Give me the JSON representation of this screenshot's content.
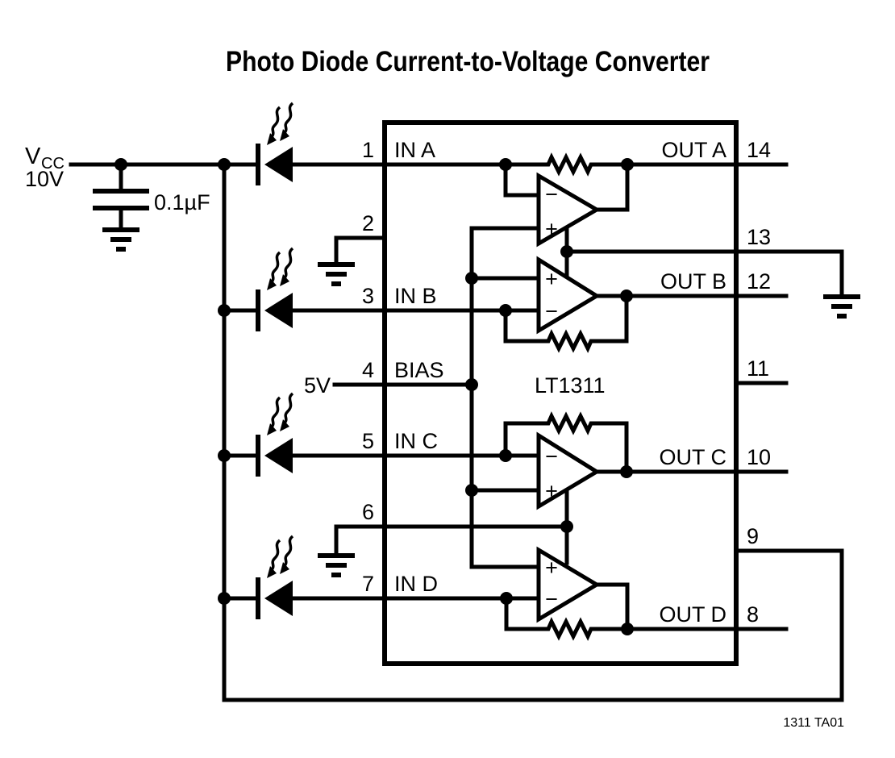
{
  "title": "Photo Diode Current-to-Voltage Converter",
  "note": "1311 TA01",
  "chip": {
    "name": "LT1311"
  },
  "supply": {
    "label": "V",
    "label_sub": "CC",
    "voltage": "10V"
  },
  "decoupling_cap": {
    "value": "0.1µF"
  },
  "bias": {
    "voltage": "5V"
  },
  "opamp": {
    "plus": "+",
    "minus": "−"
  },
  "pins": {
    "left": [
      {
        "number": "1",
        "label": "IN A"
      },
      {
        "number": "2",
        "label": ""
      },
      {
        "number": "3",
        "label": "IN B"
      },
      {
        "number": "4",
        "label": "BIAS"
      },
      {
        "number": "5",
        "label": "IN C"
      },
      {
        "number": "6",
        "label": ""
      },
      {
        "number": "7",
        "label": "IN D"
      }
    ],
    "right": [
      {
        "number": "14",
        "label": "OUT A"
      },
      {
        "number": "13",
        "label": ""
      },
      {
        "number": "12",
        "label": "OUT B"
      },
      {
        "number": "11",
        "label": ""
      },
      {
        "number": "10",
        "label": "OUT C"
      },
      {
        "number": "9",
        "label": ""
      },
      {
        "number": "8",
        "label": "OUT D"
      }
    ]
  }
}
